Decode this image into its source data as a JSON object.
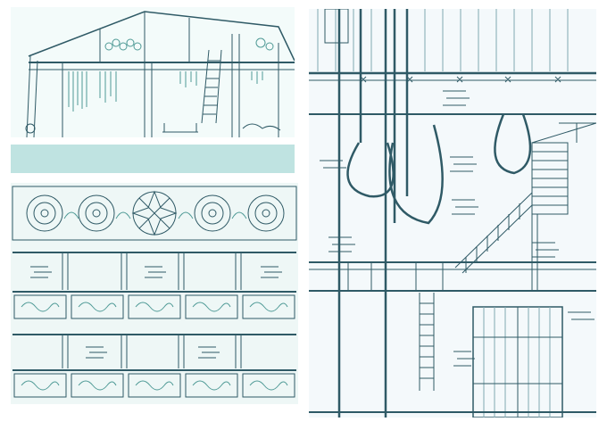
{
  "colors": {
    "background": "#ffffff",
    "band": "#bfe3e1",
    "ink": "#2f5a66",
    "ink_light": "#7fa9b0",
    "accent_teal": "#4f9a96",
    "panel_tint": "#eef7f6",
    "right_panel_tint": "#f4f9fb"
  },
  "panels": {
    "top_left": {
      "subject": "timber-framed-shed-with-ladder-and-hanging-nets"
    },
    "band": {
      "subject": "plain-pale-teal-color-band"
    },
    "bottom_left": {
      "subject": "ornamental-frieze-with-rosettes-and-scroll-panels"
    },
    "right": {
      "subject": "interior-elevation-with-ropes-stairs-ladder-and-doors"
    }
  }
}
